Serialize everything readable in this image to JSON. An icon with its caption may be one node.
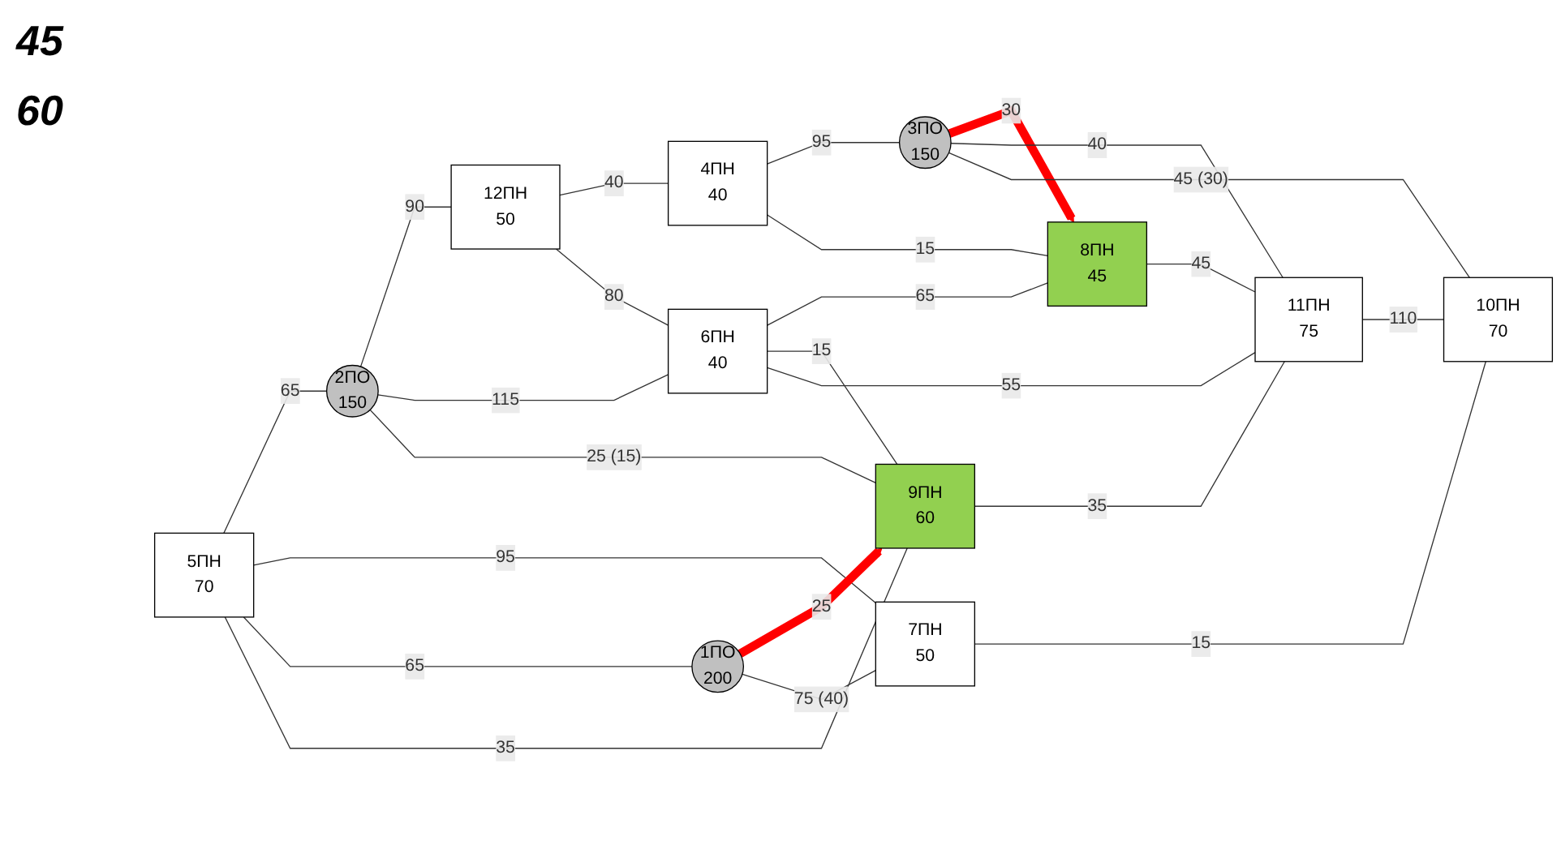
{
  "diagram": {
    "nodes": [
      {
        "text": [
          "5ПН",
          "70"
        ]
      },
      {
        "text": [
          "2ПО",
          "150"
        ]
      },
      {
        "text": [
          "12ПН",
          "50"
        ]
      },
      {
        "text": [
          "4ПН",
          "40"
        ]
      },
      {
        "text": [
          "3ПО",
          "150"
        ]
      },
      {
        "text": [
          "6ПН",
          "40"
        ]
      },
      {
        "text": [
          "8ПН",
          "45"
        ]
      },
      {
        "text": [
          "1ПО",
          "200"
        ]
      },
      {
        "text": [
          "9ПН",
          "60"
        ]
      },
      {
        "text": [
          "11ПН",
          "75"
        ]
      },
      {
        "text": [
          "7ПН",
          "50"
        ]
      },
      {
        "text": [
          "10ПН",
          "70"
        ]
      }
    ],
    "edges": [
      {
        "from": 0,
        "to": 1,
        "arrow": "none",
        "label": "65"
      },
      {
        "from": 1,
        "to": 2,
        "arrow": "none",
        "label": "90"
      },
      {
        "from": 2,
        "to": 3,
        "arrow": "none",
        "label": "40"
      },
      {
        "from": 3,
        "to": 4,
        "arrow": "none",
        "label": "95"
      },
      {
        "from": 0,
        "to": 10,
        "arrow": "none",
        "label": "95"
      },
      {
        "from": 0,
        "to": 7,
        "arrow": "none",
        "label": "65"
      },
      {
        "from": 0,
        "to": 8,
        "arrow": "none",
        "label": "35"
      },
      {
        "from": 1,
        "to": 5,
        "arrow": "none",
        "label": "115"
      },
      {
        "from": 1,
        "to": 8,
        "arrow": "none",
        "label": "25 (15)"
      },
      {
        "from": 2,
        "to": 5,
        "arrow": "none",
        "label": "80"
      },
      {
        "from": 3,
        "to": 6,
        "arrow": "none",
        "label": "15"
      },
      {
        "from": 4,
        "to": 6,
        "arrow": "to",
        "label": "30",
        "style": "thick",
        "color": "#ff0000"
      },
      {
        "from": 4,
        "to": 9,
        "arrow": "none",
        "label": "40"
      },
      {
        "from": 4,
        "to": 11,
        "arrow": "none",
        "label": "45 (30)"
      },
      {
        "from": 5,
        "to": 6,
        "arrow": "none",
        "label": "65"
      },
      {
        "from": 5,
        "to": 8,
        "arrow": "none",
        "label": "15"
      },
      {
        "from": 5,
        "to": 9,
        "arrow": "none",
        "label": "55"
      },
      {
        "from": 6,
        "to": 9,
        "arrow": "none",
        "label": "45"
      },
      {
        "from": 7,
        "to": 8,
        "arrow": "to",
        "label": "25",
        "style": "thick",
        "color": "#ff0000"
      },
      {
        "from": 7,
        "to": 10,
        "arrow": "none",
        "label": "75 (40)"
      },
      {
        "from": 8,
        "to": 9,
        "arrow": "none",
        "label": "35"
      },
      {
        "from": 9,
        "to": 11,
        "arrow": "none",
        "label": "110"
      },
      {
        "from": 10,
        "to": 11,
        "arrow": "none",
        "label": "15"
      }
    ],
    "labels": [
      "45",
      "60"
    ]
  }
}
